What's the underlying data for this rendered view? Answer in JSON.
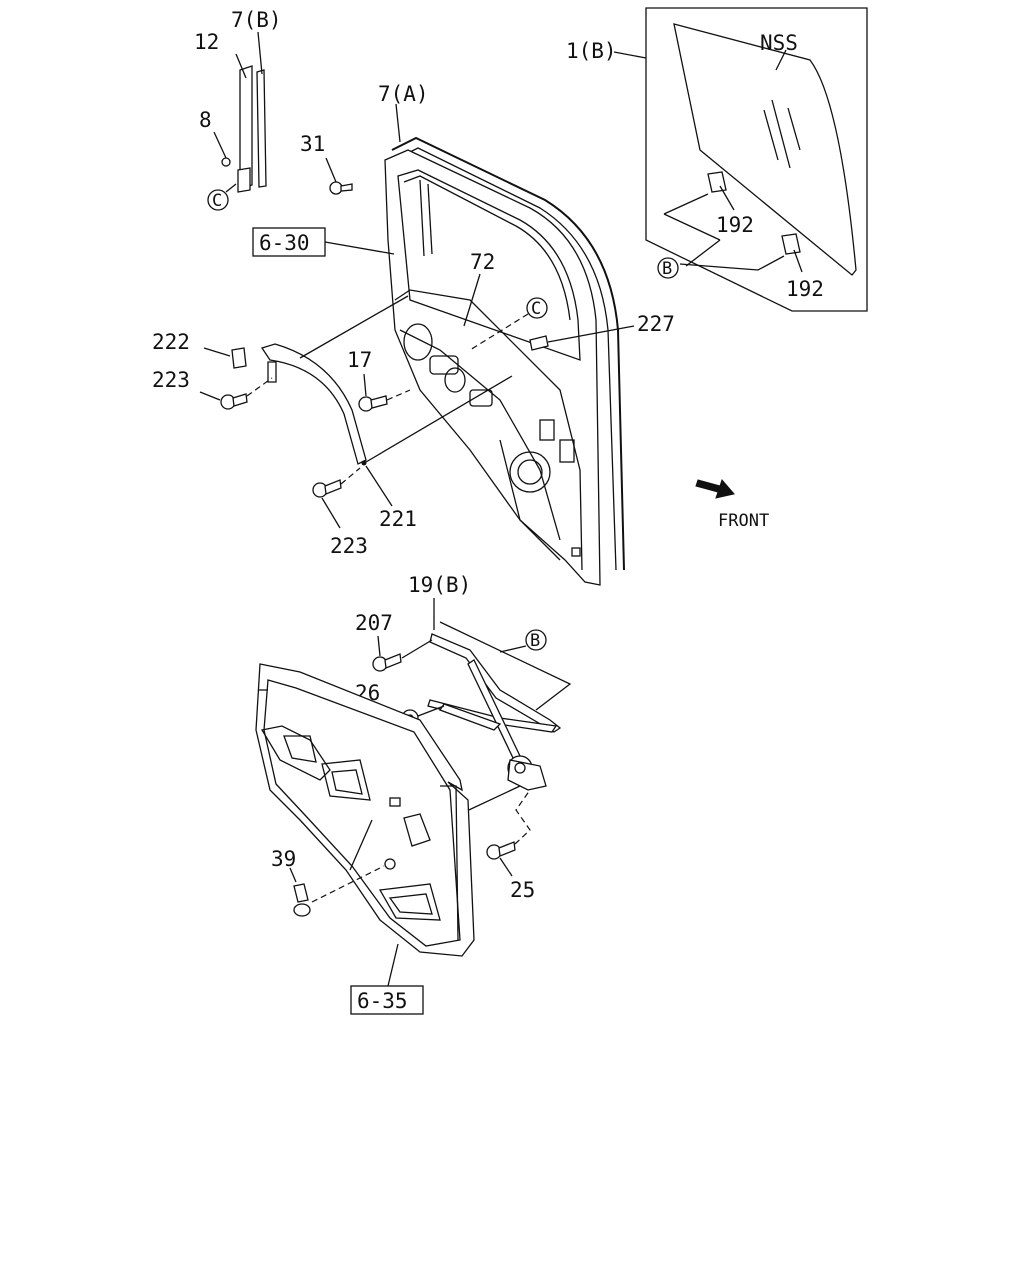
{
  "labels": {
    "p7b": "7(B)",
    "p12": "12",
    "p8": "8",
    "c_ref1": "C",
    "p7a": "7(A)",
    "p31": "31",
    "ref630": "6-30",
    "p72": "72",
    "c_ref2": "C",
    "p227": "227",
    "p222": "222",
    "p223a": "223",
    "p17": "17",
    "p221": "221",
    "p223b": "223",
    "p1b": "1(B)",
    "nss": "NSS",
    "p192a": "192",
    "b_ref1": "B",
    "p192b": "192",
    "front": "FRONT",
    "p19b": "19(B)",
    "p207": "207",
    "b_ref2": "B",
    "p26": "26",
    "p39": "39",
    "p25": "25",
    "ref635": "6-35"
  },
  "icons": {
    "front_arrow": "front-arrow-icon"
  }
}
